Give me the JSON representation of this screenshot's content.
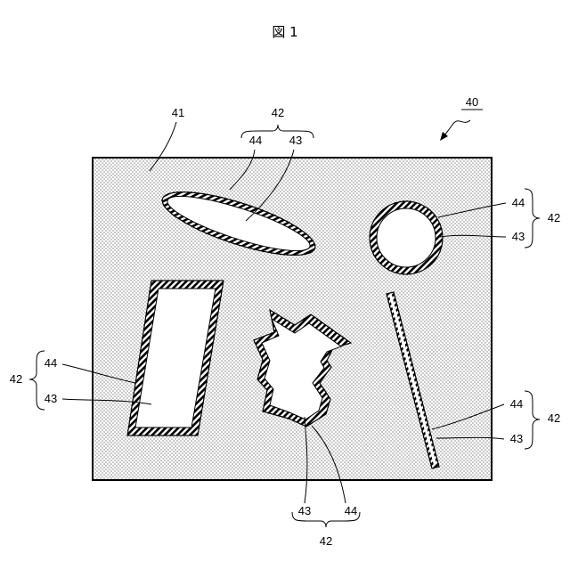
{
  "figure": {
    "title": "図 1",
    "ref_device": "40",
    "ref_base": "41",
    "ref_region": "42",
    "ref_inner": "43",
    "ref_rim": "44"
  },
  "colors": {
    "ink": "#000000",
    "background": "#ffffff",
    "dot_fill": "#000000"
  }
}
